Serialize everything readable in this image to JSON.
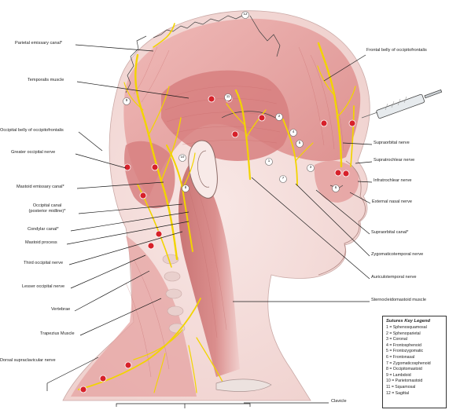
{
  "labels": {
    "parietal_emissary": "Parietal emissary canal*",
    "temporalis": "Temporalis muscle",
    "occipital_belly": "Occipital belly of occipitofrontalis",
    "greater_occipital": "Greater occipital nerve",
    "mastoid_emissary": "Mastoid emissary canal*",
    "occipital_canal_1": "Occipital canal",
    "occipital_canal_2": "(posterior midline)*",
    "condylar": "Condylar canal*",
    "mastoid_process": "Mastoid process",
    "third_occipital": "Third occipital nerve",
    "lesser_occipital": "Lesser occipital nerve",
    "vertebrae": "Vertebrae",
    "trapezius": "Trapezius Muscle",
    "dorsal_supraclavicular": "Dorsal supraclavicular nerve",
    "frontal_belly": "Frontal belly of occipitofrontalis",
    "supraorbital_nerve": "Supraorbital nerve",
    "supratrochlear": "Supratrochlear nerve",
    "infratrochlear": "Infratrochlear nerve",
    "external_nasal": "External nasal nerve",
    "supraorbital_canal": "Supraorbital canal*",
    "zygomaticotemporal": "Zygomaticotemporal nerve",
    "auriculotemporal": "Auriculotemporal nerve",
    "sternocleidomastoid": "Sternocleidomastoid muscle",
    "clavicle": "Clavicle"
  },
  "legend": {
    "title": "Sutures Key Legend",
    "items": [
      "1 = Sphenosquamosal",
      "2 = Sphenoparietal",
      "3 = Coronal",
      "4 = Frontosphenoid",
      "5 = Frontozygomatic",
      "6 = Frontonasal",
      "7 = Zygomaticosphenoid",
      "8 = Occipitomastoid",
      "9 = Lambdoid",
      "10 = Parietomastoid",
      "11 = Squamosal",
      "12 = Sagittal"
    ]
  },
  "suture_numbers": [
    "1",
    "2",
    "3",
    "4",
    "5",
    "6",
    "7",
    "8",
    "9",
    "10",
    "11",
    "12"
  ],
  "colors": {
    "muscle": "#e29a9a",
    "skin": "#f6e0de",
    "nerve": "#f2d400",
    "injection_point": "#d7212a",
    "leader_line": "#1a1a1a",
    "bone_line": "#444444"
  }
}
